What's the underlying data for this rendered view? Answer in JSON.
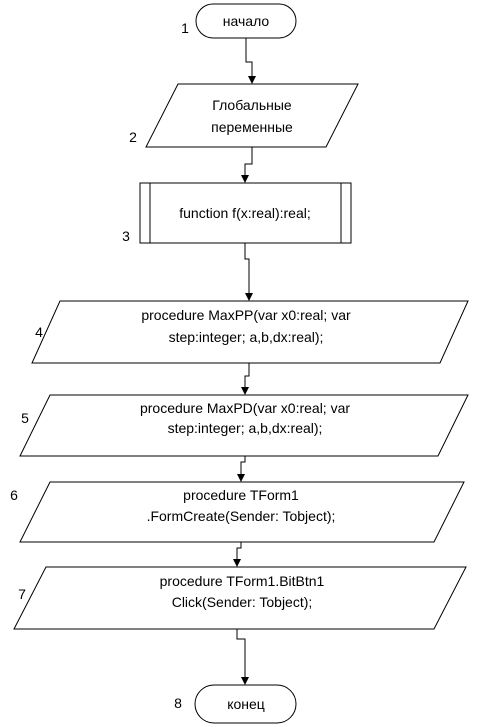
{
  "blocks": {
    "b1": {
      "number": "1",
      "line1": "начало"
    },
    "b2": {
      "number": "2",
      "line1": "Глобальные",
      "line2": "переменные"
    },
    "b3": {
      "number": "3",
      "line1": "function f(x:real):real;"
    },
    "b4": {
      "number": "4",
      "line1": "procedure MaxPP(var x0:real; var",
      "line2": "step:integer; a,b,dx:real);"
    },
    "b5": {
      "number": "5",
      "line1": "procedure MaxPD(var x0:real; var",
      "line2": "step:integer; a,b,dx:real);"
    },
    "b6": {
      "number": "6",
      "line1": "procedure TForm1",
      "line2": ".FormCreate(Sender: Tobject);"
    },
    "b7": {
      "number": "7",
      "line1": "procedure TForm1.BitBtn1",
      "line2": "Click(Sender: Tobject);"
    },
    "b8": {
      "number": "8",
      "line1": "конец"
    }
  },
  "colors": {
    "stroke": "#000000",
    "fill": "#ffffff",
    "text": "#000000"
  }
}
